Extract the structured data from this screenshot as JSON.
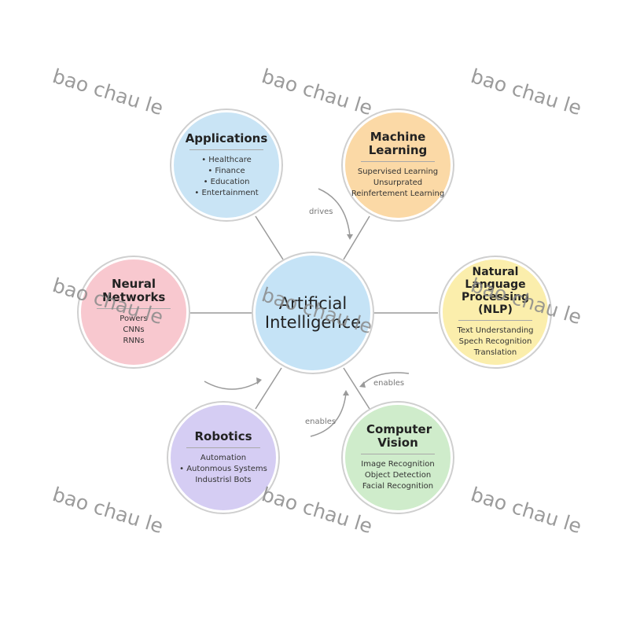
{
  "center": {
    "title": "Artificial Intelligence",
    "color": "#c5e3f6"
  },
  "nodes": [
    {
      "title": "Applications",
      "items": [
        "• Healthcare",
        "• Finance",
        "• Education",
        "• Entertainment"
      ],
      "color": "#c9e4f5"
    },
    {
      "title": "Machine Learning",
      "items": [
        "Supervised Learning",
        "Unsurprated",
        "Reinfertement Learning"
      ],
      "color": "#fbd9a6"
    },
    {
      "title": "Neural Networks",
      "items": [
        "Powers",
        "CNNs",
        "RNNs"
      ],
      "color": "#f8c8cf"
    },
    {
      "title": "Natural Language Processing (NLP)",
      "items": [
        "Text Understanding",
        "Spech Recognition",
        "Translation"
      ],
      "color": "#fbeeac"
    },
    {
      "title": "Robotics",
      "items": [
        "Automation",
        "• Autonmous Systems",
        "Industrisl Bots"
      ],
      "color": "#d5cdf3"
    },
    {
      "title": "Computer Vision",
      "items": [
        "Image Recognition",
        "Object Detection",
        "Facial Recognition"
      ],
      "color": "#cfeccb"
    }
  ],
  "edge_labels": [
    "drives",
    "enables",
    "enables"
  ],
  "watermark": "bao chau le"
}
